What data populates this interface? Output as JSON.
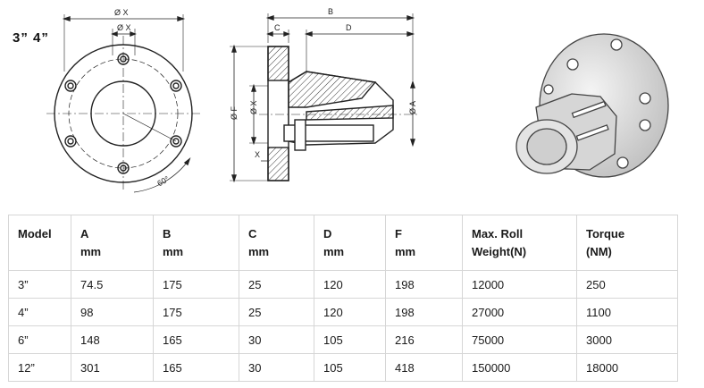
{
  "size_label": "3” 4”",
  "drawing_labels": {
    "dia_x_outer": "Ø X",
    "dia_x_inner": "Ø X",
    "angle": "60°",
    "b": "B",
    "c": "C",
    "d": "D",
    "dia_f": "Ø F",
    "dia_x_side": "Ø X",
    "dia_a": "Ø A",
    "x": "X"
  },
  "table": {
    "headers": [
      {
        "line1": "Model",
        "line2": ""
      },
      {
        "line1": "A",
        "line2": "mm"
      },
      {
        "line1": "B",
        "line2": "mm"
      },
      {
        "line1": "C",
        "line2": "mm"
      },
      {
        "line1": "D",
        "line2": "mm"
      },
      {
        "line1": "F",
        "line2": "mm"
      },
      {
        "line1": "Max. Roll",
        "line2": "Weight(N)"
      },
      {
        "line1": "Torque",
        "line2": "(NM)"
      }
    ],
    "rows": [
      [
        "3”",
        "74.5",
        "175",
        "25",
        "120",
        "198",
        "12000",
        "250"
      ],
      [
        "4”",
        "98",
        "175",
        "25",
        "120",
        "198",
        "27000",
        "1100"
      ],
      [
        "6”",
        "148",
        "165",
        "30",
        "105",
        "216",
        "75000",
        "3000"
      ],
      [
        "12”",
        "301",
        "165",
        "30",
        "105",
        "418",
        "150000",
        "18000"
      ]
    ]
  }
}
